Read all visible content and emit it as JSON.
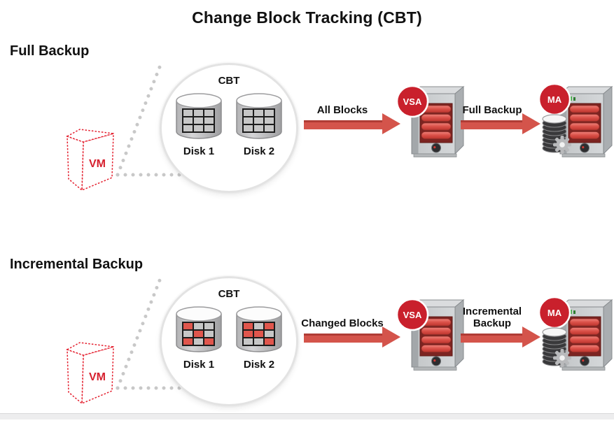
{
  "title": "Change Block Tracking (CBT)",
  "colors": {
    "badge_red": "#c9202c",
    "arrow_red": "#d4544b",
    "changed_block_red": "#e0564d",
    "unchanged_block_gray": "#c7c7c7",
    "vm_outline_red": "#e41e2d",
    "circle_border_gray": "#e3e3e3",
    "connector_dot_gray": "#c8c8c8"
  },
  "sections": [
    {
      "heading": "Full Backup",
      "vm_label": "VM",
      "cbt_label": "CBT",
      "disks": [
        {
          "label": "Disk 1",
          "blocks": [
            [
              "gray",
              "gray",
              "gray"
            ],
            [
              "gray",
              "gray",
              "gray"
            ],
            [
              "gray",
              "gray",
              "gray"
            ]
          ]
        },
        {
          "label": "Disk 2",
          "blocks": [
            [
              "gray",
              "gray",
              "gray"
            ],
            [
              "gray",
              "gray",
              "gray"
            ],
            [
              "gray",
              "gray",
              "gray"
            ]
          ]
        }
      ],
      "arrow1_label": "All Blocks",
      "vsa_badge": "VSA",
      "arrow2_label": "Full Backup",
      "ma_badge": "MA"
    },
    {
      "heading": "Incremental Backup",
      "vm_label": "VM",
      "cbt_label": "CBT",
      "disks": [
        {
          "label": "Disk 1",
          "blocks": [
            [
              "red",
              "gray",
              "gray"
            ],
            [
              "gray",
              "red",
              "gray"
            ],
            [
              "red",
              "gray",
              "red"
            ]
          ]
        },
        {
          "label": "Disk 2",
          "blocks": [
            [
              "red",
              "gray",
              "red"
            ],
            [
              "red",
              "red",
              "gray"
            ],
            [
              "gray",
              "gray",
              "red"
            ]
          ]
        }
      ],
      "arrow1_label": "Changed Blocks",
      "vsa_badge": "VSA",
      "arrow2_label": "Incremental Backup",
      "ma_badge": "MA"
    }
  ]
}
